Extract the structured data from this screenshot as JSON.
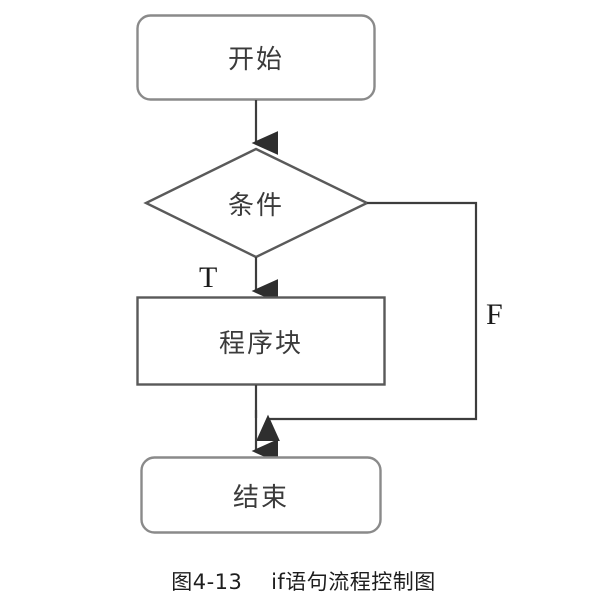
{
  "diagram": {
    "type": "flowchart",
    "title": "if语句流程控制图",
    "nodes": {
      "start": {
        "label": "开始",
        "shape": "rounded-rectangle"
      },
      "condition": {
        "label": "条件",
        "shape": "diamond"
      },
      "process": {
        "label": "程序块",
        "shape": "rectangle"
      },
      "end": {
        "label": "结束",
        "shape": "rounded-rectangle"
      }
    },
    "edges": {
      "start_to_condition": {
        "label": ""
      },
      "condition_true": {
        "label": "T"
      },
      "condition_false": {
        "label": "F"
      },
      "process_to_end": {
        "label": ""
      }
    },
    "colors": {
      "rounded_border": "#8a8a8a",
      "rect_border": "#595959",
      "diamond_border": "#5a5a5a",
      "connector": "#3d3d3d",
      "node_text": "#3b3b3b",
      "branch_text": "#1a1a1a",
      "caption_text": "#1d1d1d",
      "background": "#ffffff"
    }
  },
  "caption": {
    "number": "图4-13",
    "text": "if语句流程控制图",
    "full": "图4-13    if语句流程控制图"
  }
}
